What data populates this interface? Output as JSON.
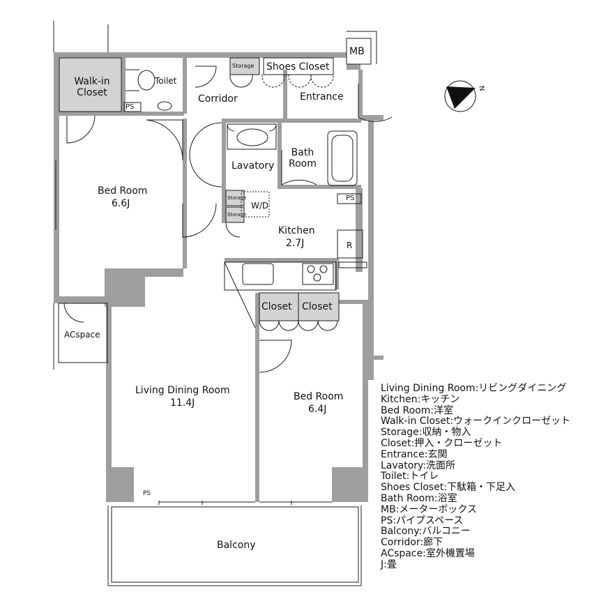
{
  "rooms": {
    "walkin_closet": "Walk-in\nCloset",
    "toilet": "Toilet",
    "ps": "PS",
    "corridor": "Corridor",
    "storage": "Storage",
    "shoes_closet": "Shoes Closet",
    "mb": "MB",
    "entrance": "Entrance",
    "bedroom1_name": "Bed Room",
    "bedroom1_size": "6.6J",
    "lavatory": "Lavatory",
    "bath_room": "Bath\nRoom",
    "wd": "W/D",
    "kitchen_name": "Kitchen",
    "kitchen_size": "2.7J",
    "fridge": "R",
    "closet": "Closet",
    "acspace": "ACspace",
    "living_name": "Living Dining Room",
    "living_size": "11.4J",
    "bedroom2_name": "Bed Room",
    "bedroom2_size": "6.4J",
    "balcony": "Balcony",
    "compass": "N"
  },
  "legend": [
    "Living Dining Room:リビングダイニング",
    "Kitchen:キッチン",
    "Bed Room:洋室",
    "Walk-in Closet:ウォークインクローゼット",
    "Storage:収納・物入",
    "Closet:押入・クローゼット",
    "Entrance:玄関",
    "Lavatory:洗面所",
    "Toilet:トイレ",
    "Shoes Closet:下駄箱・下足入",
    "Bath Room:浴室",
    "MB:メーターボックス",
    "PS:パイプスペース",
    "Balcony:バルコニー",
    "Corridor:廊下",
    "ACspace:室外機置場",
    "J:畳"
  ],
  "colors": {
    "wall": "#9e9e9e",
    "closet_fill": "#d3d3d3",
    "line": "#1a1a1a"
  }
}
